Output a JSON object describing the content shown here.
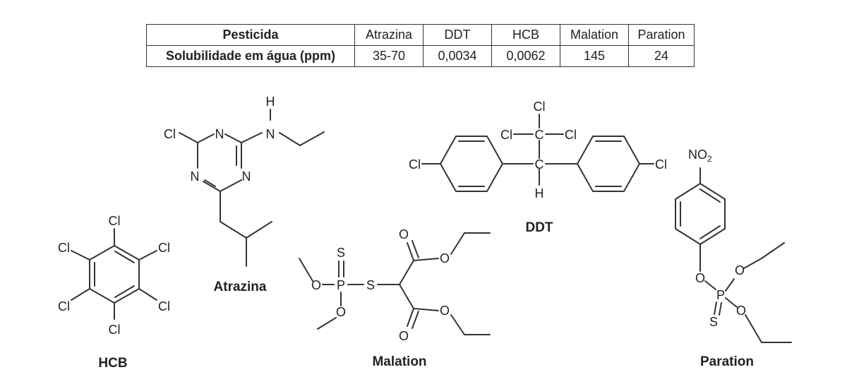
{
  "table": {
    "header_label": "Pesticida",
    "row_label": "Solubilidade em água (ppm)",
    "pesticides": [
      "Atrazina",
      "DDT",
      "HCB",
      "Malation",
      "Paration"
    ],
    "solubility": [
      "35-70",
      "0,0034",
      "0,0062",
      "145",
      "24"
    ]
  },
  "names": {
    "hcb": "HCB",
    "atrazina": "Atrazina",
    "malation": "Malation",
    "ddt": "DDT",
    "paration": "Paration"
  },
  "atoms": {
    "cl": "Cl",
    "n": "N",
    "h": "H",
    "c": "C",
    "o": "O",
    "s": "S",
    "p": "P",
    "no2": "NO",
    "no2_sub": "2"
  }
}
